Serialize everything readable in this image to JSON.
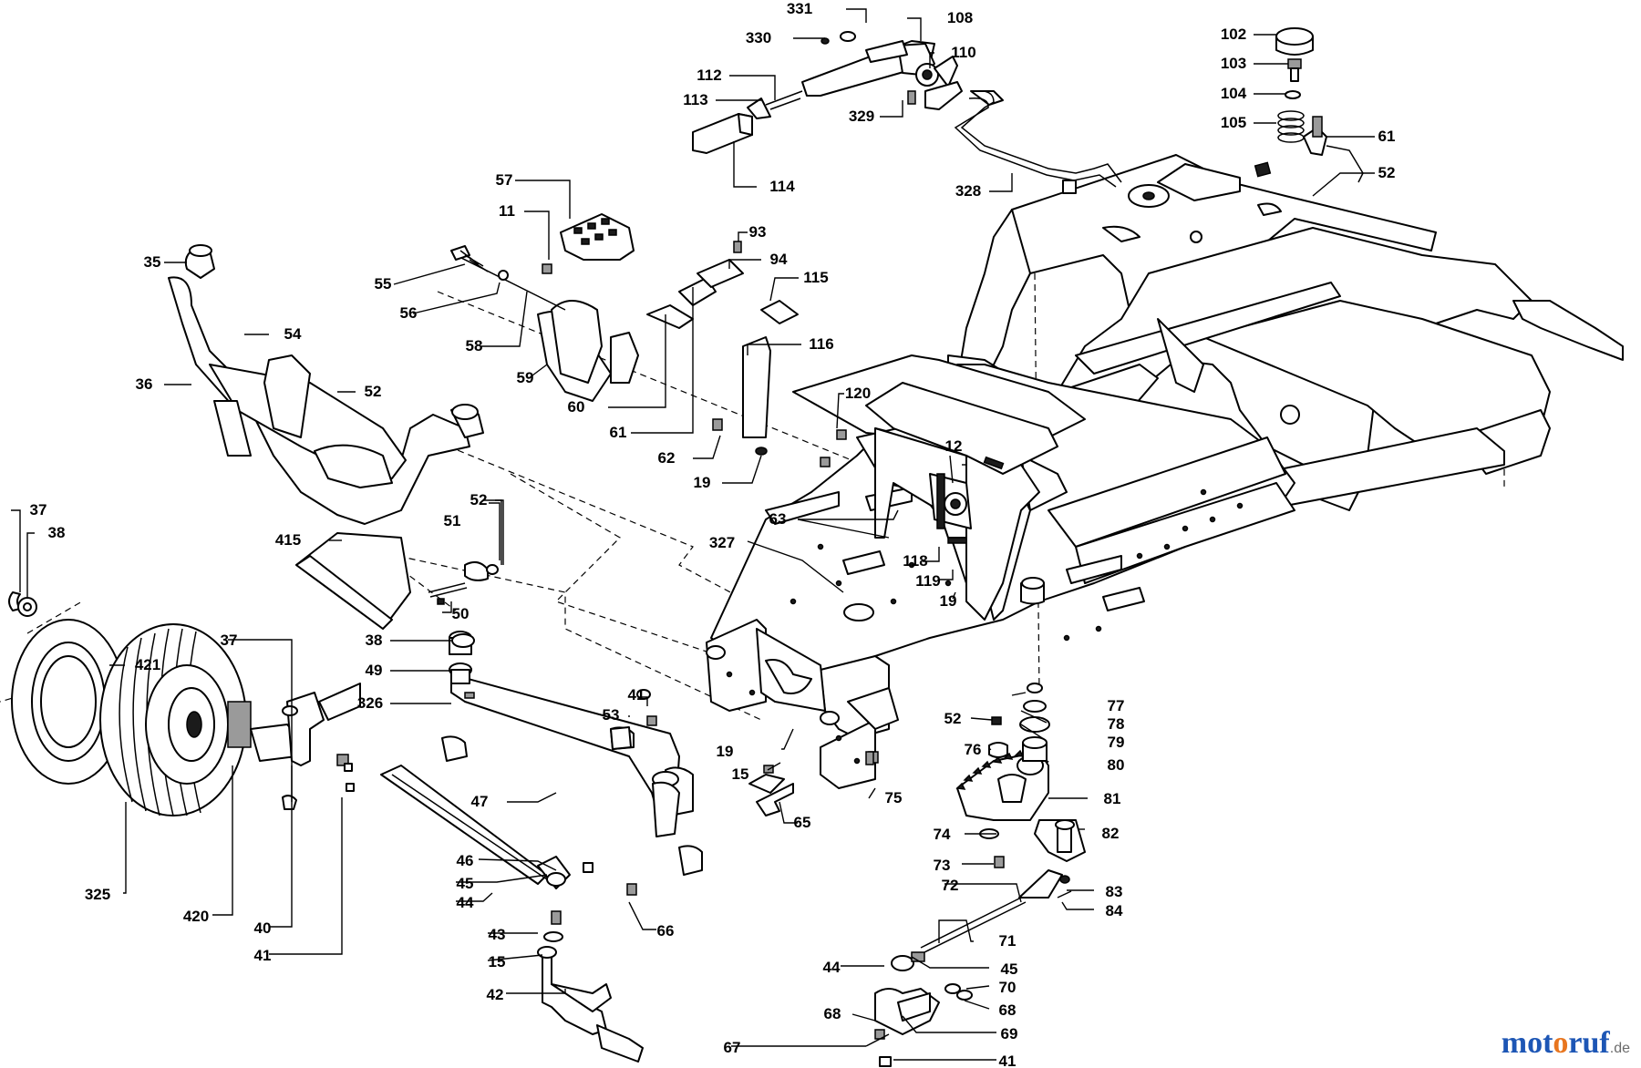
{
  "parts": [
    {
      "id": "331",
      "num": "331"
    },
    {
      "id": "108",
      "num": "108"
    },
    {
      "id": "330",
      "num": "330"
    },
    {
      "id": "110",
      "num": "110"
    },
    {
      "id": "112",
      "num": "112"
    },
    {
      "id": "113",
      "num": "113"
    },
    {
      "id": "329",
      "num": "329"
    },
    {
      "id": "114",
      "num": "114"
    },
    {
      "id": "328",
      "num": "328"
    },
    {
      "id": "102",
      "num": "102"
    },
    {
      "id": "103",
      "num": "103"
    },
    {
      "id": "104",
      "num": "104"
    },
    {
      "id": "105",
      "num": "105"
    },
    {
      "id": "61a",
      "num": "61"
    },
    {
      "id": "52a",
      "num": "52"
    },
    {
      "id": "57",
      "num": "57"
    },
    {
      "id": "11",
      "num": "11"
    },
    {
      "id": "93",
      "num": "93"
    },
    {
      "id": "94",
      "num": "94"
    },
    {
      "id": "115",
      "num": "115"
    },
    {
      "id": "35",
      "num": "35"
    },
    {
      "id": "55",
      "num": "55"
    },
    {
      "id": "56",
      "num": "56"
    },
    {
      "id": "54",
      "num": "54"
    },
    {
      "id": "58",
      "num": "58"
    },
    {
      "id": "116",
      "num": "116"
    },
    {
      "id": "36",
      "num": "36"
    },
    {
      "id": "52b",
      "num": "52"
    },
    {
      "id": "59",
      "num": "59"
    },
    {
      "id": "60",
      "num": "60"
    },
    {
      "id": "120",
      "num": "120"
    },
    {
      "id": "61b",
      "num": "61"
    },
    {
      "id": "62",
      "num": "62"
    },
    {
      "id": "12",
      "num": "12"
    },
    {
      "id": "19a",
      "num": "19"
    },
    {
      "id": "37a",
      "num": "37"
    },
    {
      "id": "38a",
      "num": "38"
    },
    {
      "id": "52c",
      "num": "52"
    },
    {
      "id": "63",
      "num": "63"
    },
    {
      "id": "51",
      "num": "51"
    },
    {
      "id": "415",
      "num": "415"
    },
    {
      "id": "327",
      "num": "327"
    },
    {
      "id": "118",
      "num": "118"
    },
    {
      "id": "119",
      "num": "119"
    },
    {
      "id": "19b",
      "num": "19"
    },
    {
      "id": "50",
      "num": "50"
    },
    {
      "id": "37b",
      "num": "37"
    },
    {
      "id": "38b",
      "num": "38"
    },
    {
      "id": "421",
      "num": "421"
    },
    {
      "id": "49",
      "num": "49"
    },
    {
      "id": "326",
      "num": "326"
    },
    {
      "id": "41a",
      "num": "41"
    },
    {
      "id": "77",
      "num": "77"
    },
    {
      "id": "53",
      "num": "53"
    },
    {
      "id": "52d",
      "num": "52"
    },
    {
      "id": "78",
      "num": "78"
    },
    {
      "id": "79",
      "num": "79"
    },
    {
      "id": "76",
      "num": "76"
    },
    {
      "id": "80",
      "num": "80"
    },
    {
      "id": "19c",
      "num": "19"
    },
    {
      "id": "15a",
      "num": "15"
    },
    {
      "id": "47",
      "num": "47"
    },
    {
      "id": "75",
      "num": "75"
    },
    {
      "id": "81",
      "num": "81"
    },
    {
      "id": "65",
      "num": "65"
    },
    {
      "id": "74",
      "num": "74"
    },
    {
      "id": "82",
      "num": "82"
    },
    {
      "id": "46",
      "num": "46"
    },
    {
      "id": "73",
      "num": "73"
    },
    {
      "id": "45a",
      "num": "45"
    },
    {
      "id": "72",
      "num": "72"
    },
    {
      "id": "83",
      "num": "83"
    },
    {
      "id": "325",
      "num": "325"
    },
    {
      "id": "44a",
      "num": "44"
    },
    {
      "id": "84",
      "num": "84"
    },
    {
      "id": "420",
      "num": "420"
    },
    {
      "id": "66",
      "num": "66"
    },
    {
      "id": "40",
      "num": "40"
    },
    {
      "id": "43",
      "num": "43"
    },
    {
      "id": "71",
      "num": "71"
    },
    {
      "id": "41b",
      "num": "41"
    },
    {
      "id": "15b",
      "num": "15"
    },
    {
      "id": "44b",
      "num": "44"
    },
    {
      "id": "45b",
      "num": "45"
    },
    {
      "id": "42",
      "num": "42"
    },
    {
      "id": "70",
      "num": "70"
    },
    {
      "id": "68a",
      "num": "68"
    },
    {
      "id": "68b",
      "num": "68"
    },
    {
      "id": "69",
      "num": "69"
    },
    {
      "id": "67",
      "num": "67"
    },
    {
      "id": "41c",
      "num": "41"
    }
  ],
  "watermark": {
    "brand_blue_1": "mot",
    "brand_orange": "o",
    "brand_blue_2": "ruf",
    "suffix": ".de"
  },
  "colors": {
    "ink": "#000000",
    "background": "#ffffff",
    "brand_blue": "#1d56b5",
    "brand_orange": "#e8761f"
  }
}
